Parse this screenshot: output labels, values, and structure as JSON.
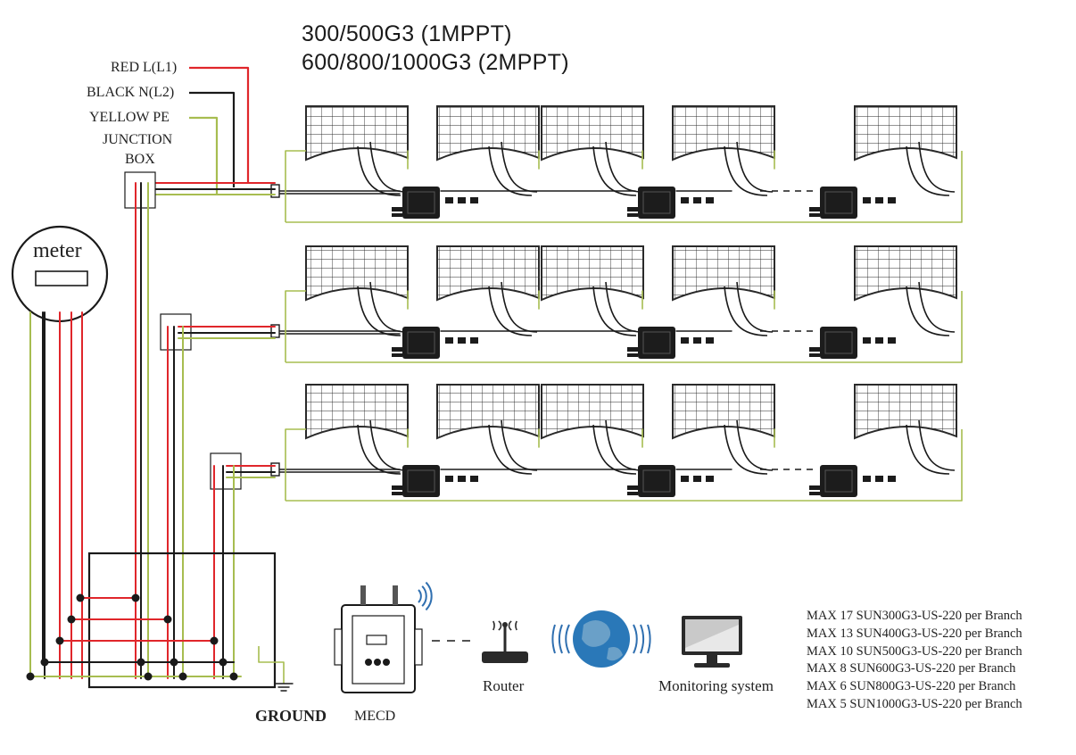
{
  "title": {
    "line1": "300/500G3 (1MPPT)",
    "line2": "600/800/1000G3 (2MPPT)"
  },
  "wires": {
    "red": "RED L(L1)",
    "black": "BLACK N(L2)",
    "yellow": "YELLOW   PE",
    "junction_line1": "JUNCTION",
    "junction_line2": "BOX"
  },
  "meter": {
    "label": "meter"
  },
  "bottom": {
    "ground": "GROUND",
    "mecd": "MECD",
    "router": "Router",
    "monitoring": "Monitoring system"
  },
  "limits": [
    "MAX 17 SUN300G3-US-220 per Branch",
    "MAX 13 SUN400G3-US-220 per Branch",
    "MAX 10 SUN500G3-US-220 per Branch",
    "MAX 8 SUN600G3-US-220 per Branch",
    "MAX 6 SUN800G3-US-220 per Branch",
    "MAX 5 SUN1000G3-US-220 per Branch"
  ],
  "colors": {
    "red": "#e0262b",
    "black": "#1a1a1a",
    "yellow_green": "#a7bd50",
    "panel_stroke": "#2a2a2a"
  }
}
